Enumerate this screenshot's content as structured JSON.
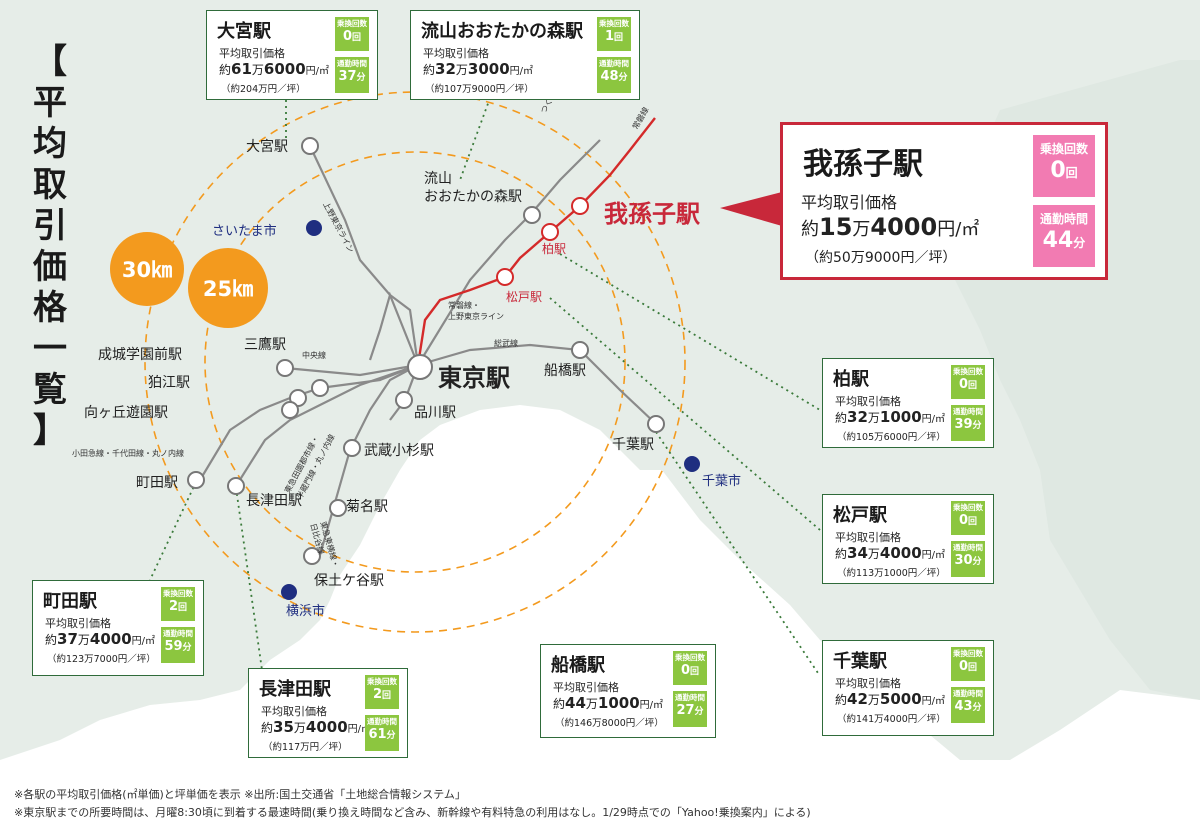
{
  "title_chars": [
    "【",
    "平",
    "均",
    "取",
    "引",
    "価",
    "格",
    "一",
    "覧",
    "】"
  ],
  "radius_badges": [
    "30㎞",
    "25㎞"
  ],
  "colors": {
    "accent_red": "#c8283a",
    "green_box": "#8cc63f",
    "pink_box": "#f27bb2",
    "orange": "#f39a1e",
    "land": "#e6ede8"
  },
  "map_labels": {
    "omiya": "大宮駅",
    "nagareyama_1": "流山",
    "nagareyama_2": "おおたかの森駅",
    "saitama_city": "さいたま市",
    "chiba_city": "千葉市",
    "yokohama_city": "横浜市",
    "abiko": "我孫子駅",
    "kashiwa": "柏駅",
    "matsudo": "松戸駅",
    "mitaka": "三鷹駅",
    "seijo": "成城学園前駅",
    "komae": "狛江駅",
    "mukogaoka": "向ヶ丘遊園駅",
    "machida": "町田駅",
    "nagatsuta": "長津田駅",
    "kikuna": "菊名駅",
    "hodogaya": "保土ケ谷駅",
    "musashikosugi": "武蔵小杉駅",
    "shinagawa": "品川駅",
    "tokyo": "東京駅",
    "funabashi": "船橋駅",
    "chiba": "千葉駅"
  },
  "line_labels": {
    "tsukuba": "つくばエクスプレス",
    "joban_top": "常磐線",
    "ueno_tokyo": "上野東京ライン",
    "joban_ueno_1": "常磐線・",
    "joban_ueno_2": "上野東京ライン",
    "chuo": "中央線",
    "sobu": "総武線",
    "odakyu": "小田急線・千代田線・丸ノ内線",
    "denentoshi_1": "東急田園都市線・",
    "denentoshi_2": "半蔵門線・丸ノ内線",
    "toyoko_1": "東急東横線・",
    "toyoko_2": "日比谷線"
  },
  "featured": {
    "name": "我孫子駅",
    "price_label": "平均取引価格",
    "price_pre": "約",
    "price_man": "15",
    "price_man_unit": "万",
    "price_rest": "4000",
    "price_unit": "円/㎡",
    "tsubo": "（約50万9000円／坪）",
    "transfer_label": "乗換回数",
    "transfer_value": "0",
    "transfer_unit": "回",
    "commute_label": "通勤時間",
    "commute_value": "44",
    "commute_unit": "分"
  },
  "cards": [
    {
      "name": "大宮駅",
      "price_label": "平均取引価格",
      "pre": "約",
      "man": "61",
      "rest": "6000",
      "unit": "円/㎡",
      "tsubo": "（約204万円／坪）",
      "transfer": "0",
      "commute": "37"
    },
    {
      "name": "流山おおたかの森駅",
      "price_label": "平均取引価格",
      "pre": "約",
      "man": "32",
      "rest": "3000",
      "unit": "円/㎡",
      "tsubo": "（約107万9000円／坪）",
      "transfer": "1",
      "commute": "48"
    },
    {
      "name": "柏駅",
      "price_label": "平均取引価格",
      "pre": "約",
      "man": "32",
      "rest": "1000",
      "unit": "円/㎡",
      "tsubo": "（約105万6000円／坪）",
      "transfer": "0",
      "commute": "39"
    },
    {
      "name": "松戸駅",
      "price_label": "平均取引価格",
      "pre": "約",
      "man": "34",
      "rest": "4000",
      "unit": "円/㎡",
      "tsubo": "（約113万1000円／坪）",
      "transfer": "0",
      "commute": "30"
    },
    {
      "name": "千葉駅",
      "price_label": "平均取引価格",
      "pre": "約",
      "man": "42",
      "rest": "5000",
      "unit": "円/㎡",
      "tsubo": "（約141万4000円／坪）",
      "transfer": "0",
      "commute": "43"
    },
    {
      "name": "船橋駅",
      "price_label": "平均取引価格",
      "pre": "約",
      "man": "44",
      "rest": "1000",
      "unit": "円/㎡",
      "tsubo": "（約146万8000円／坪）",
      "transfer": "0",
      "commute": "27"
    },
    {
      "name": "町田駅",
      "price_label": "平均取引価格",
      "pre": "約",
      "man": "37",
      "rest": "4000",
      "unit": "円/㎡",
      "tsubo": "（約123万7000円／坪）",
      "transfer": "2",
      "commute": "59"
    },
    {
      "name": "長津田駅",
      "price_label": "平均取引価格",
      "pre": "約",
      "man": "35",
      "rest": "4000",
      "unit": "円/㎡",
      "tsubo": "（約117万円／坪）",
      "transfer": "2",
      "commute": "61"
    }
  ],
  "box_labels": {
    "transfer": "乗換回数",
    "commute": "通勤時間",
    "transfer_unit": "回",
    "commute_unit": "分",
    "man_unit": "万"
  },
  "footnotes": [
    "※各駅の平均取引価格(㎡単価)と坪単価を表示 ※出所:国土交通省「土地総合情報システム」",
    "※東京駅までの所要時間は、月曜8:30頃に到着する最速時間(乗り換え時間など含み、新幹線や有料特急の利用はなし。1/29時点での「Yahoo!乗換案内」による)"
  ]
}
